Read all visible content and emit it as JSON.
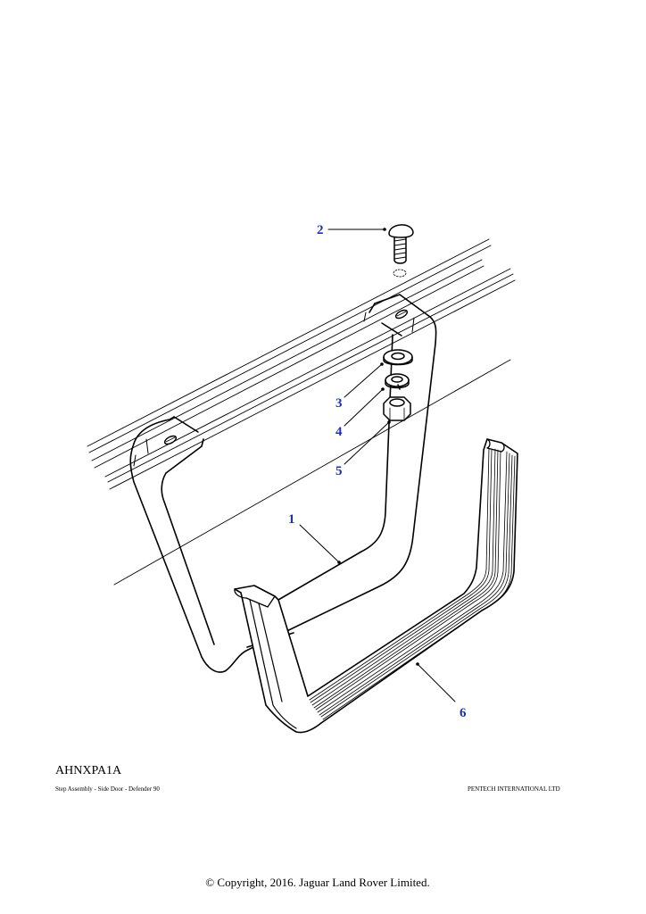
{
  "diagram": {
    "code": "AHNXPA1A",
    "description": "Step Assembly - Side Door - Defender 90",
    "publisher": "PENTECH INTERNATIONAL LTD",
    "callout_color": "#1a2fbf",
    "callouts": [
      {
        "id": "1",
        "label": "1"
      },
      {
        "id": "2",
        "label": "2"
      },
      {
        "id": "3",
        "label": "3"
      },
      {
        "id": "4",
        "label": "4"
      },
      {
        "id": "5",
        "label": "5"
      },
      {
        "id": "6",
        "label": "6"
      }
    ]
  },
  "footer": {
    "copyright": "© Copyright, 2016. Jaguar Land Rover Limited."
  }
}
